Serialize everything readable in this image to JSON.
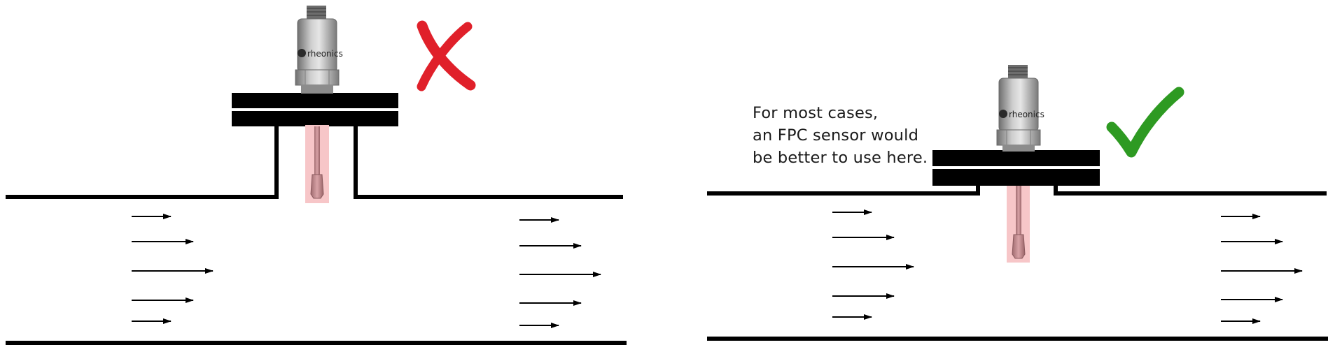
{
  "brand": {
    "label": "rheonics"
  },
  "left_panel": {
    "verdict": "incorrect",
    "verdict_color": "#e0202a",
    "icon": "red-x-icon"
  },
  "right_panel": {
    "verdict": "correct",
    "verdict_color": "#2e9a22",
    "icon": "green-check-icon",
    "note_lines": [
      "For most cases,",
      "an FPC sensor would",
      "be better to use here."
    ]
  },
  "colors": {
    "pipe": "#000000",
    "probe_highlight": "#f7c6c8",
    "probe_stem": "#c98b8f",
    "sensor_body": "#9a9a9a"
  }
}
